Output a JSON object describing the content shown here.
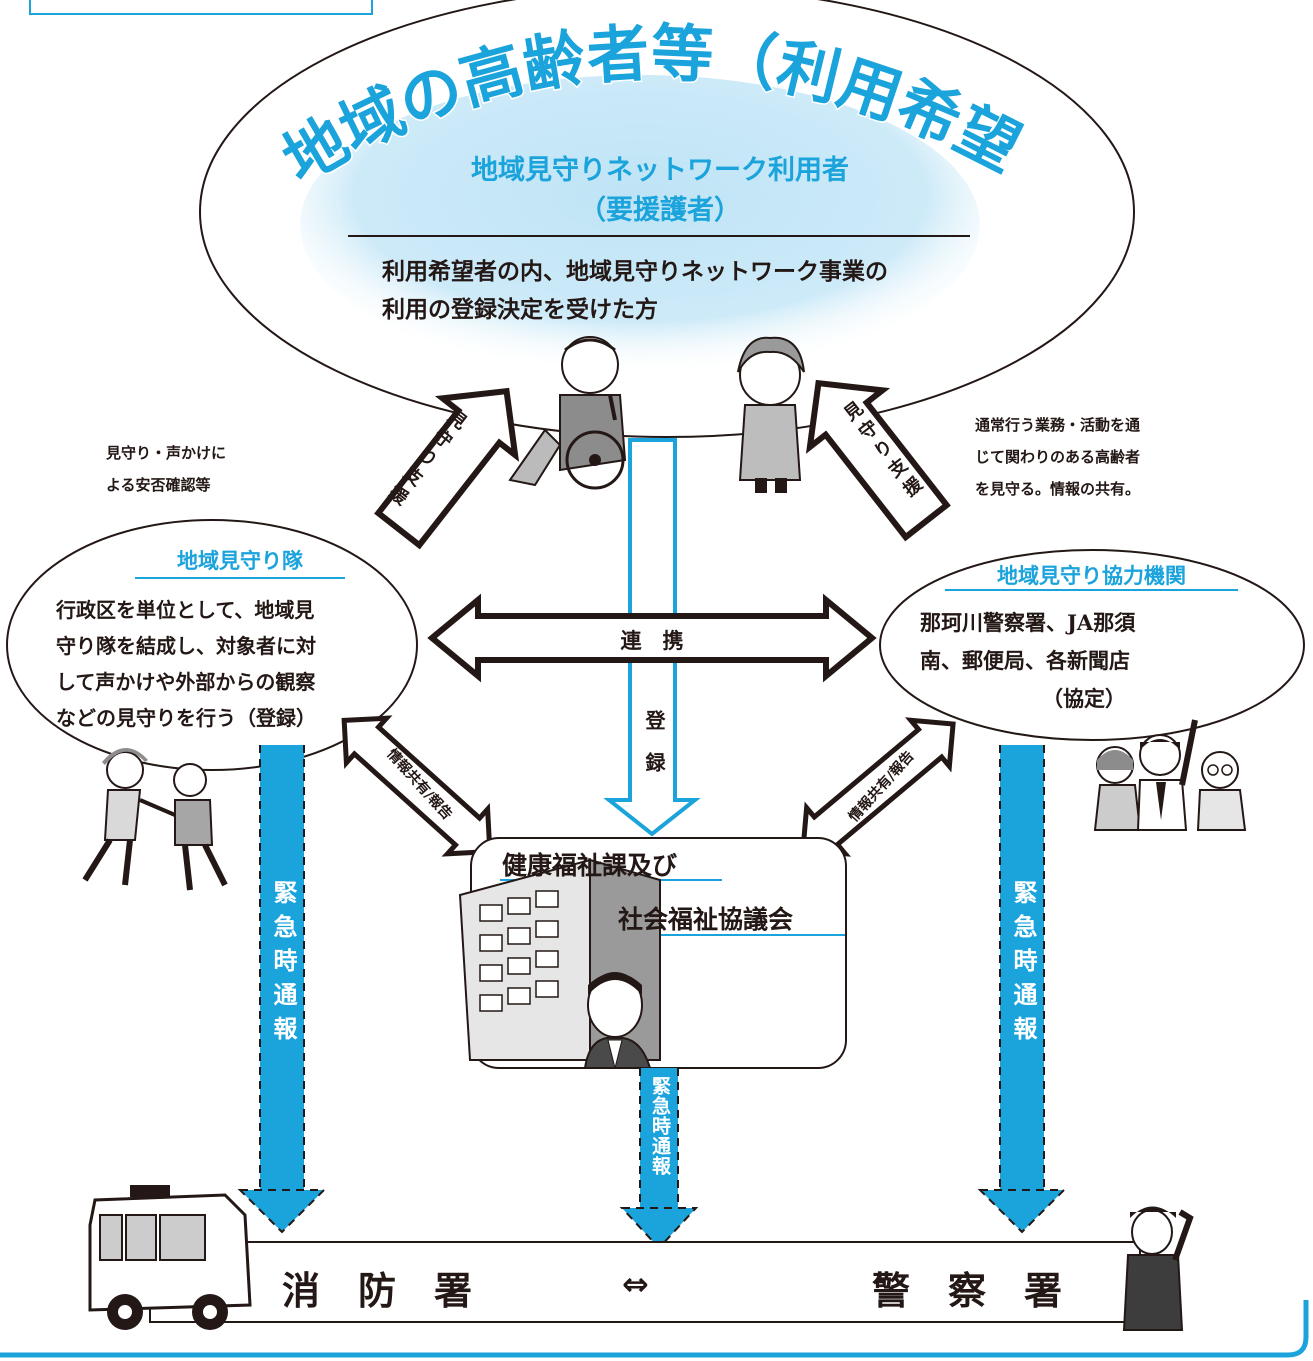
{
  "top": {
    "arc_title": "地域の高齢者等（利用希望者）",
    "subtitle_line1": "地域見守りネットワーク利用者",
    "subtitle_line2": "（要援護者）",
    "desc_line1": "利用希望者の内、地域見守りネットワーク事業の",
    "desc_line2": "利用の登録決定を受けた方"
  },
  "left": {
    "note_line1": "見守り・声かけに",
    "note_line2": "よる安否確認等",
    "title": "地域見守り隊",
    "body_line1": "行政区を単位として、地域見",
    "body_line2": "守り隊を結成し、対象者に対",
    "body_line3": "して声かけや外部からの観察",
    "body_line4": "などの見守りを行う（登録）"
  },
  "right": {
    "note_line1": "通常行う業務・活動を通",
    "note_line2": "じて関わりのある高齢者",
    "note_line3": "を見守る。情報の共有。",
    "title": "地域見守り協力機関",
    "body_line1": "那珂川警察署、JA那須",
    "body_line2": "南、郵便局、各新聞店",
    "body_line3": "（協定）"
  },
  "arrows": {
    "support_left": "見守り支援",
    "support_right": "見守り支援",
    "cooperation": "連　携",
    "register": "登録",
    "info_left": "情報共有/報告",
    "info_right": "情報共有/報告",
    "emergency_left": "緊急時通報",
    "emergency_center": "緊急時通報",
    "emergency_right": "緊急時通報"
  },
  "center": {
    "line1": "健康福祉課及び",
    "line2": "社会福祉協議会"
  },
  "bottom": {
    "fire": "消　防　署",
    "link": "⇔",
    "police": "警　察　署"
  },
  "colors": {
    "cyan": "#1ba3dc",
    "light_cyan": "#bfe4f6",
    "dark": "#231815"
  }
}
